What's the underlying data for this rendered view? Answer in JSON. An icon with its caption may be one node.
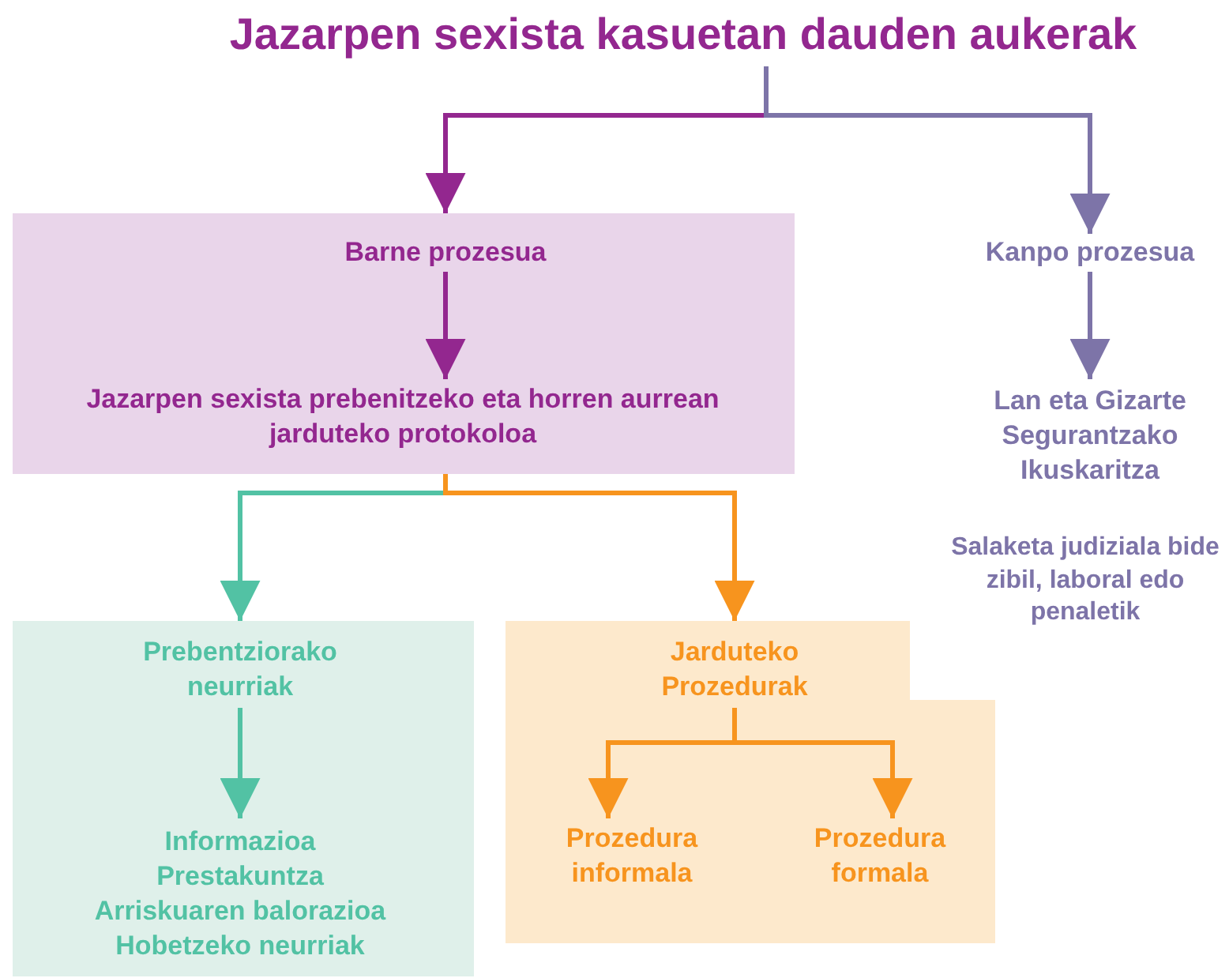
{
  "diagram": {
    "nodes": [
      {
        "text": [
          "Jazarpen sexista kasuetan dauden aukerak"
        ]
      },
      {
        "text": [],
        "shape": "box"
      },
      {
        "text": [
          "Barne prozesua"
        ],
        "in": 1
      },
      {
        "text": [
          "Jazarpen sexista prebenitzeko eta horren aurrean jarduteko protokoloa"
        ],
        "in": 1
      },
      {
        "text": [
          "Kanpo prozesua"
        ]
      },
      {
        "text": [
          "Lan eta Gizarte Segurantzako Ikuskaritza"
        ]
      },
      {
        "text": [
          "Salaketa judiziala bide zibil, laboral edo penaletik"
        ]
      },
      {
        "text": [],
        "shape": "box"
      },
      {
        "text": [
          "Prebentziorako neurriak"
        ],
        "in": 7
      },
      {
        "text": [
          "Informazioa",
          "Prestakuntza",
          "Arriskuaren balorazioa",
          "Hobetzeko neurriak"
        ],
        "in": 7
      },
      {
        "text": [],
        "shape": "box"
      },
      {
        "text": [
          "Jarduteko Prozedurak"
        ],
        "in": 10
      },
      {
        "text": [
          "Prozedura informala"
        ],
        "in": 10
      },
      {
        "text": [
          "Prozedura formala"
        ],
        "in": 10
      }
    ],
    "edges": [
      {
        "from": 0,
        "to": 1,
        "arrow": "to",
        "color": "#93278f"
      },
      {
        "from": 0,
        "to": 4,
        "arrow": "to",
        "color": "#7d74a8"
      },
      {
        "from": 2,
        "to": 3,
        "arrow": "to",
        "color": "#93278f"
      },
      {
        "from": 4,
        "to": 5,
        "arrow": "to",
        "color": "#7d74a8"
      },
      {
        "from": 1,
        "to": 7,
        "arrow": "to",
        "color": "#52c2a4"
      },
      {
        "from": 1,
        "to": 10,
        "arrow": "to",
        "color": "#f7941e"
      },
      {
        "from": 8,
        "to": 9,
        "arrow": "to",
        "color": "#52c2a4"
      },
      {
        "from": 11,
        "to": 12,
        "arrow": "to",
        "color": "#f7941e"
      },
      {
        "from": 11,
        "to": 13,
        "arrow": "to",
        "color": "#f7941e"
      }
    ]
  }
}
